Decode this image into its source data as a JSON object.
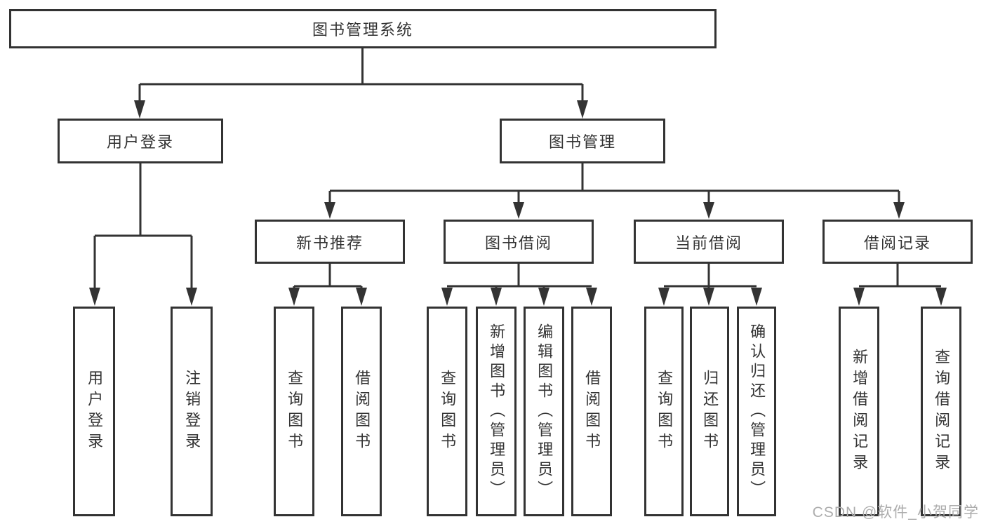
{
  "colors": {
    "line": "#333333",
    "text": "#333333",
    "watermark": "#adadad",
    "bg": "#ffffff"
  },
  "watermark": "CSDN @软件_小贺同学",
  "tree": {
    "label": "图书管理系统",
    "children": [
      {
        "label": "用户登录",
        "children": [
          {
            "label": "用户登录"
          },
          {
            "label": "注销登录"
          }
        ]
      },
      {
        "label": "图书管理",
        "children": [
          {
            "label": "新书推荐",
            "children": [
              {
                "label": "查询图书"
              },
              {
                "label": "借阅图书"
              }
            ]
          },
          {
            "label": "图书借阅",
            "children": [
              {
                "label": "查询图书"
              },
              {
                "label": "新增图书（管理员）"
              },
              {
                "label": "编辑图书（管理员）"
              },
              {
                "label": "借阅图书"
              }
            ]
          },
          {
            "label": "当前借阅",
            "children": [
              {
                "label": "查询图书"
              },
              {
                "label": "归还图书"
              },
              {
                "label": "确认归还（管理员）"
              }
            ]
          },
          {
            "label": "借阅记录",
            "children": [
              {
                "label": "新增借阅记录"
              },
              {
                "label": "查询借阅记录"
              }
            ]
          }
        ]
      }
    ]
  }
}
